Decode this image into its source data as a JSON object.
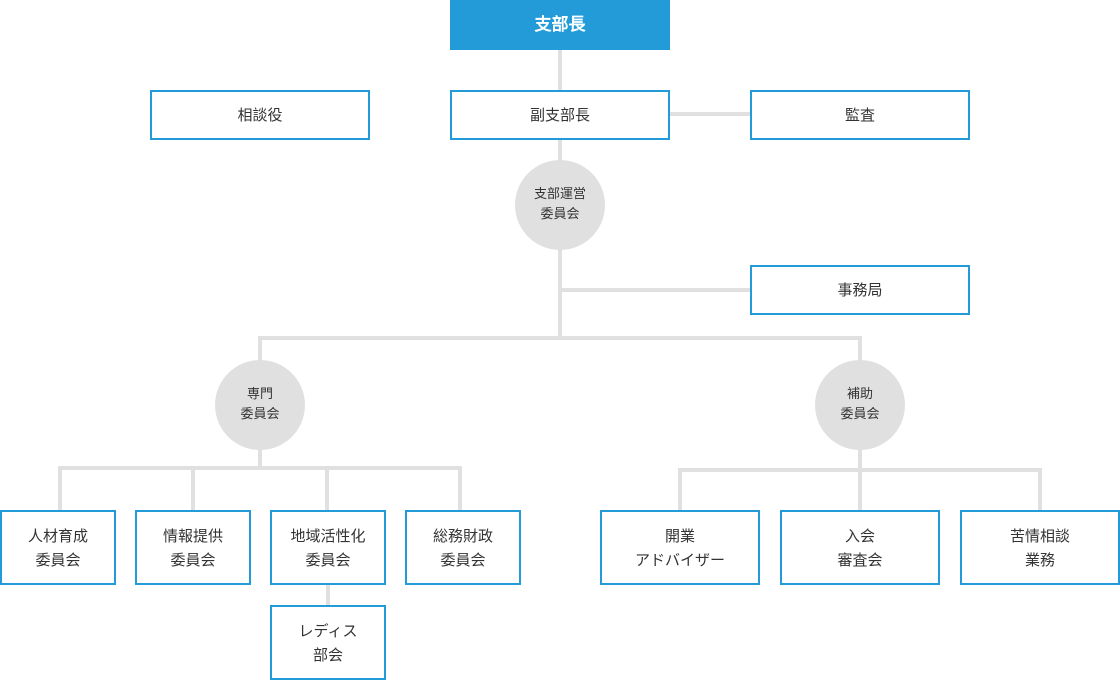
{
  "colors": {
    "accent": "#229bd8",
    "connector": "#e0e0e0",
    "circle_fill": "#e0e0e0",
    "text": "#333333"
  },
  "nodes": {
    "branch_head": "支部長",
    "advisor": "相談役",
    "vice_branch_head": "副支部長",
    "audit": "監査",
    "steering_committee": "支部運営\n委員会",
    "secretariat": "事務局",
    "specialist_committee": "専門\n委員会",
    "auxiliary_committee": "補助\n委員会",
    "hr_development": "人材育成\n委員会",
    "info_provision": "情報提供\n委員会",
    "regional_revitalization": "地域活性化\n委員会",
    "general_finance": "総務財政\n委員会",
    "ladies_section": "レディス\n部会",
    "business_advisor": "開業\nアドバイザー",
    "admission_review": "入会\n審査会",
    "complaint_consultation": "苦情相談\n業務"
  }
}
